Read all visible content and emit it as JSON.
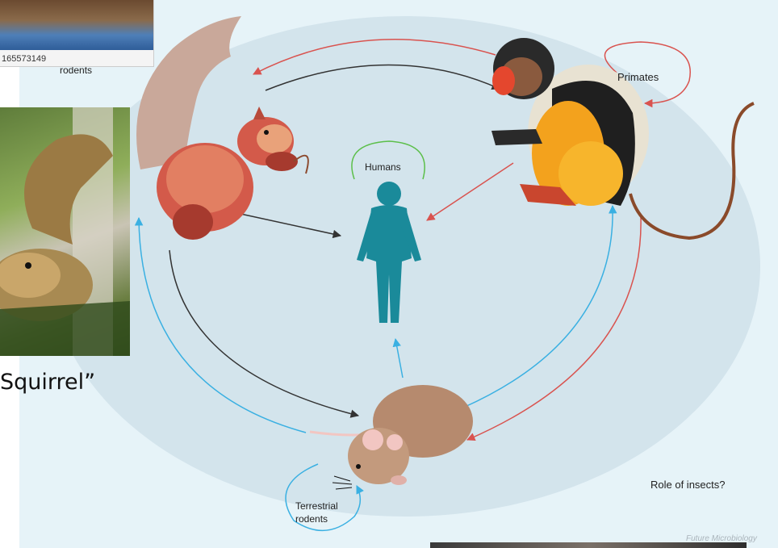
{
  "diagram": {
    "labels": {
      "rodents_top": "rodents",
      "primates": "Primates",
      "humans": "Humans",
      "terrestrial_line1": "Terrestrial",
      "terrestrial_line2": "rodents",
      "insects": "Role of insects?",
      "credit": "Future Microbiology"
    },
    "colors": {
      "background": "#e6f3f8",
      "ellipse": "#cfe0ea",
      "arrow_red": "#d9534f",
      "arrow_black": "#333333",
      "arrow_blue": "#3ab0e2",
      "arrow_green": "#5cbf4a",
      "human": "#1a8a9a"
    }
  },
  "photos": {
    "top_caption": "165573149",
    "left_caption": "Squirrel”"
  }
}
